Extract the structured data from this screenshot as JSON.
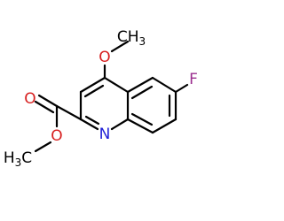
{
  "colors": {
    "bond": "#000000",
    "oxygen": "#d71f1f",
    "nitrogen": "#1f1fd7",
    "fluorine": "#9b2f8f",
    "carbon_label": "#000000"
  },
  "atoms": {
    "methoxy_top_ch3": {
      "main": "CH",
      "sub": "3"
    },
    "methoxy_top_o": "O",
    "ester_carbonyl_o": "O",
    "ester_alkoxy_o": "O",
    "ring_n": "N",
    "fluorine": "F",
    "methyl_bottom": {
      "main": "H",
      "sub": "3",
      "tail": "C"
    }
  }
}
